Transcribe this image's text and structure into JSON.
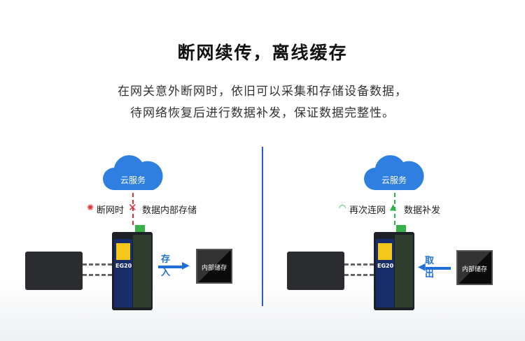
{
  "title": "断网续传，离线缓存",
  "subtitle": [
    "在网关意外断网时，依旧可以采集和存储设备数据，",
    "待网络恢复后进行数据补发，保证数据完整性。"
  ],
  "colors": {
    "accent": "#1f6fd6",
    "offline": "#e0303a",
    "online": "#2db34a",
    "divider": "#2b5cc8"
  },
  "left": {
    "cloud": "云服务",
    "status": "断网时",
    "action": "数据内部存储",
    "status_icon": "disconnect-icon",
    "line_icon": "x-icon",
    "arrow_label": "存入",
    "device": "EG20",
    "chip": "内部储存"
  },
  "right": {
    "cloud": "云服务",
    "status": "再次连网",
    "action": "数据补发",
    "status_icon": "wifi-icon",
    "line_icon": "up-arrow-icon",
    "arrow_label": "取出",
    "device": "EG20",
    "chip": "内部储存"
  }
}
